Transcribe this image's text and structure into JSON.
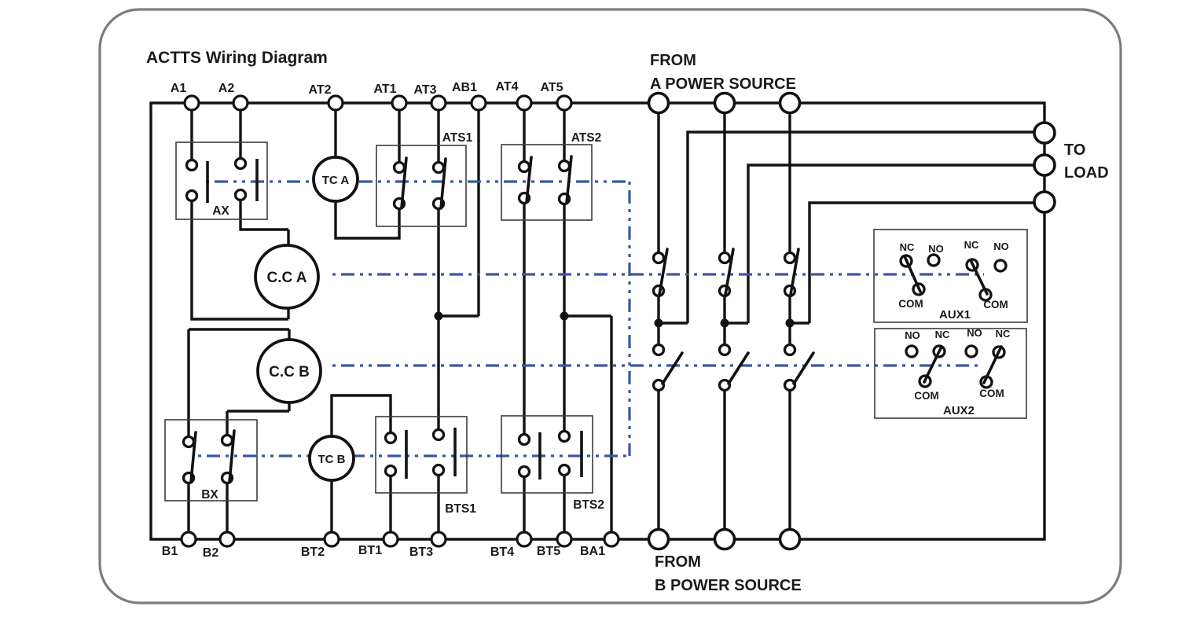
{
  "diagram": {
    "title": "ACTTS Wiring Diagram",
    "top_terminals": [
      "A1",
      "A2",
      "AT2",
      "AT1",
      "AT3",
      "AB1",
      "AT4",
      "AT5"
    ],
    "bottom_terminals": [
      "B1",
      "B2",
      "BT2",
      "BT1",
      "BT3",
      "BT4",
      "BT5",
      "BA1"
    ],
    "contactors": {
      "ax": "AX",
      "ats1": "ATS1",
      "ats2": "ATS2",
      "bx": "BX",
      "bts1": "BTS1",
      "bts2": "BTS2"
    },
    "coils": {
      "tc_a": "TC A",
      "cc_a": "C.C A",
      "cc_b": "C.C B",
      "tc_b": "TC B"
    },
    "source_a": {
      "line1": "FROM",
      "line2": "A  POWER SOURCE"
    },
    "source_b": {
      "line1": "FROM",
      "line2": "B  POWER SOURCE"
    },
    "load": {
      "line1": "TO",
      "line2": "LOAD"
    },
    "aux1": {
      "label": "AUX1",
      "contact_labels": [
        "NC",
        "NO",
        "NC",
        "NO"
      ],
      "com_labels": [
        "COM",
        "COM"
      ]
    },
    "aux2": {
      "label": "AUX2",
      "contact_labels": [
        "NO",
        "NC",
        "NO",
        "NC"
      ],
      "com_labels": [
        "COM",
        "COM"
      ]
    },
    "colors": {
      "wire": "#121212",
      "linkage": "#3a57a0",
      "frame": "#7c7c7c",
      "background": "#ffffff"
    }
  }
}
